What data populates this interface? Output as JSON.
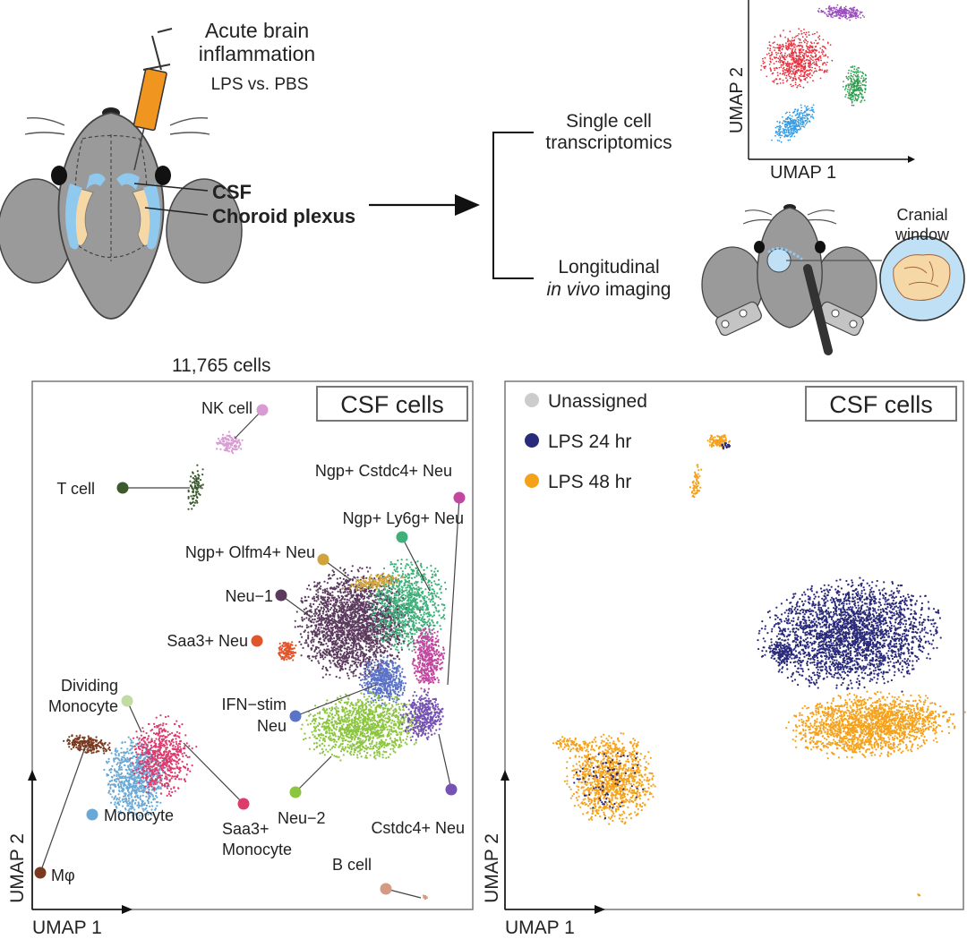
{
  "schematic": {
    "injection_title_line1": "Acute brain",
    "injection_title_line2": "inflammation",
    "injection_subtitle": "LPS vs. PBS",
    "csf_label": "CSF",
    "choroid_label": "Choroid plexus",
    "branch_top_line1": "Single cell",
    "branch_top_line2": "transcriptomics",
    "branch_bottom_line1": "Longitudinal",
    "branch_bottom_italic": "in vivo",
    "branch_bottom_rest": " imaging",
    "cranial_line1": "Cranial",
    "cranial_line2": "window",
    "mini_umap_x": "UMAP 1",
    "mini_umap_y": "UMAP 2"
  },
  "colors": {
    "syringe": "#f0951f",
    "csf": "#8fc9ee",
    "choroid": "#f6d7a6",
    "mouse": "#9a9a9a",
    "mouse_dark": "#7d7d7d",
    "lps24": "#2a2a7a",
    "lps48": "#f5a21b",
    "unassigned": "#cccccc"
  },
  "left_panel": {
    "cell_count": "11,765 cells",
    "title": "CSF cells",
    "x_label": "UMAP 1",
    "y_label": "UMAP 2",
    "labels": [
      {
        "text": "NK cell",
        "color": "#d89cd3"
      },
      {
        "text": "T cell",
        "color": "#3c5a2e"
      },
      {
        "text": "Ngp+ Cstdc4+ Neu",
        "color": "#c2479f"
      },
      {
        "text": "Ngp+ Ly6g+ Neu",
        "color": "#3fb07a"
      },
      {
        "text": "Ngp+ Olfm4+ Neu",
        "color": "#d0a43c"
      },
      {
        "text": "Neu−1",
        "color": "#5b3a5e"
      },
      {
        "text": "Saa3+ Neu",
        "color": "#e0552c"
      },
      {
        "text": "Dividing",
        "color": "#c2dba3"
      },
      {
        "text": "Monocyte",
        "color": "#c2dba3"
      },
      {
        "text": "IFN−stim",
        "color": "#5b73c6"
      },
      {
        "text": "Neu",
        "color": "#5b73c6"
      },
      {
        "text": "Neu−2",
        "color": "#8cc63f"
      },
      {
        "text": "Cstdc4+ Neu",
        "color": "#7552b3"
      },
      {
        "text": "Monocyte",
        "color": "#6aa9d6"
      },
      {
        "text": "Saa3+",
        "color": "#dc3b6b"
      },
      {
        "text": "Monocyte",
        "color": "#dc3b6b"
      },
      {
        "text": "Mφ",
        "color": "#7a3a20"
      },
      {
        "text": "B cell",
        "color": "#d49a84"
      }
    ]
  },
  "right_panel": {
    "title": "CSF cells",
    "x_label": "UMAP 1",
    "y_label": "UMAP 2",
    "legend": [
      {
        "text": "Unassigned",
        "color": "#cccccc"
      },
      {
        "text": "LPS 24 hr",
        "color": "#2a2a7a"
      },
      {
        "text": "LPS 48 hr",
        "color": "#f5a21b"
      }
    ]
  }
}
